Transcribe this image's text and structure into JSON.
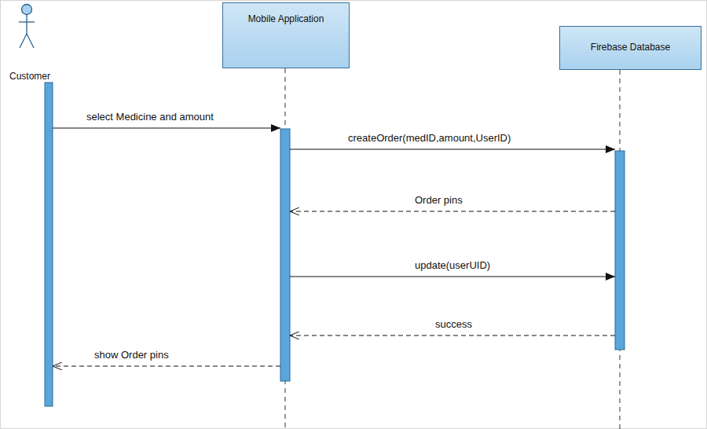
{
  "diagram": {
    "nodes": [
      {
        "text": [
          "Customer"
        ]
      },
      {
        "text": [
          "Mobile Application"
        ]
      },
      {
        "text": [
          "Firebase Database"
        ]
      }
    ],
    "edges": [
      {
        "from": 0,
        "to": 1,
        "label": "select Medicine and amount",
        "arrow": "to"
      },
      {
        "from": 1,
        "to": 2,
        "label": "createOrder(medID,amount,UserID)",
        "arrow": "to"
      },
      {
        "from": 2,
        "to": 1,
        "label": "Order pins",
        "arrow": "to"
      },
      {
        "from": 1,
        "to": 2,
        "label": "update(userUID)",
        "arrow": "to"
      },
      {
        "from": 2,
        "to": 1,
        "label": "success",
        "arrow": "to"
      },
      {
        "from": 1,
        "to": 0,
        "label": "show Order pins",
        "arrow": "to"
      }
    ]
  }
}
